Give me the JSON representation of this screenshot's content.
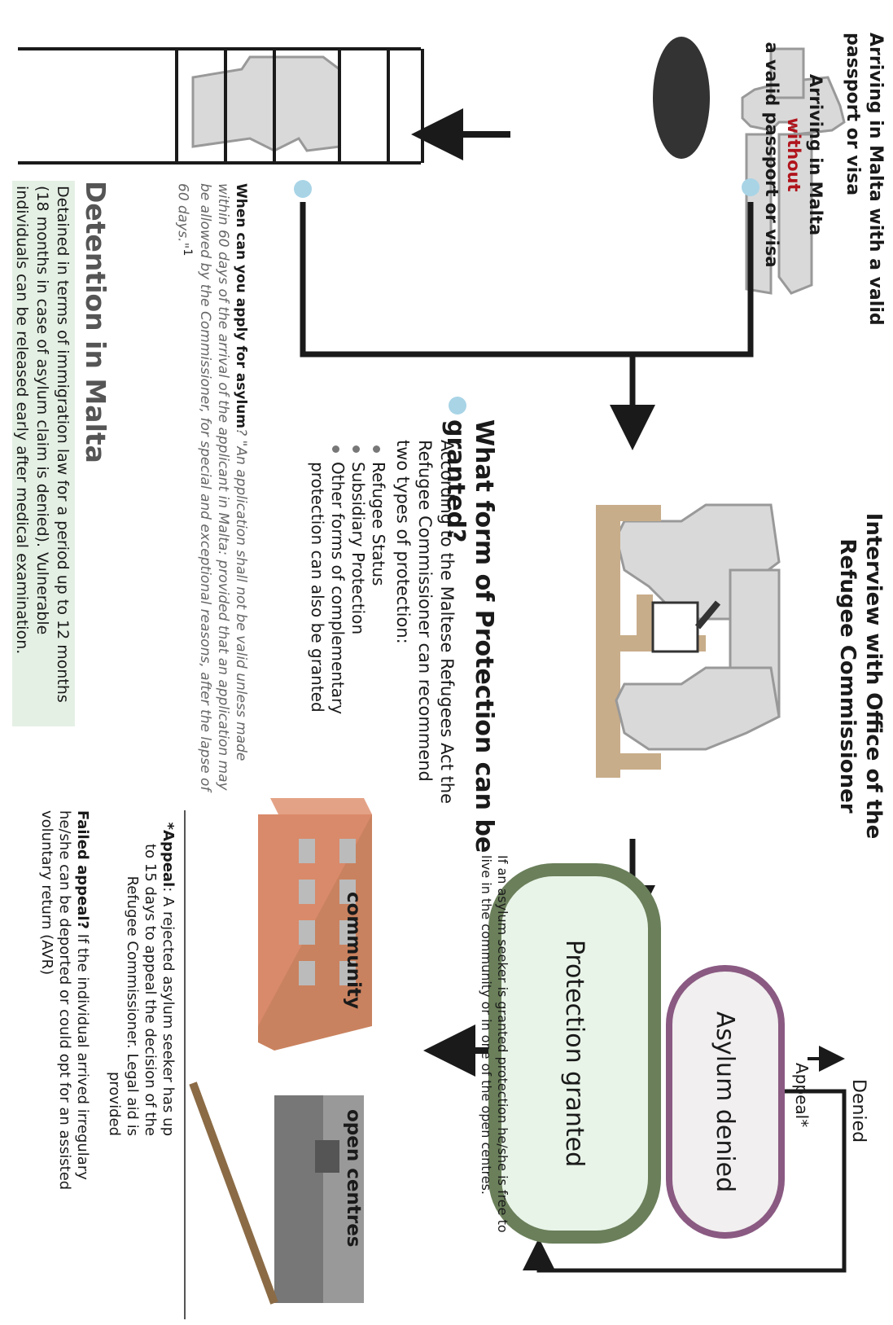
{
  "arrivals": {
    "valid": "Arriving in Malta with a valid passport or visa",
    "without_prefix": "Arriving in Malta",
    "without_word": "without",
    "without_suffix": "a valid passport or visa"
  },
  "interview": {
    "title": "Interview with Office of the Refugee Commissioner"
  },
  "outcomes": {
    "denied_out": "Denied",
    "appeal": "Appeal*",
    "asylum_denied": "Asylum denied",
    "protection_granted": "Protection granted",
    "free_note": "If an asylum seeker is granted protection he/she is free to live in the community or in one of the open centres."
  },
  "protection": {
    "heading": "What form of Protection can be granted?",
    "intro": "According to the Maltese Refugees Act the Refugee Commissioner can recommend two types of protection:",
    "items": [
      "Refugee Status",
      "Subsidiary Protection",
      "Other forms of complementary protection can also be granted"
    ]
  },
  "apply": {
    "question": "When can you apply for asylum",
    "quote": "? \"An application shall not be valid unless made within 60 days of the arrival of the applicant in Malta: provided that an application may be allowed by the Commissioner, for special and exceptional reasons, after the lapse of 60 days.\"",
    "footnote": "1"
  },
  "detention": {
    "title": "Detention in Malta",
    "body": "Detained in terms of immigration law for a period up to 12 months (18 months in case of asylum claim is denied). Vulnerable individuals can be released early after medical examination."
  },
  "living": {
    "community": "community",
    "open_centres": "open centres"
  },
  "notes": {
    "appeal_label": "*Appeal",
    "appeal_body": ": A rejected asylum seeker has up to 15 days to appeal the decision of the Refugee Commissioner. Legal aid is provided",
    "failed_label": "Failed appeal?",
    "failed_body": " If the individual arrived irregulary he/she can be deported or could opt for an assisted voluntary return (AVR)"
  },
  "colors": {
    "red_accent": "#b0141c",
    "dot_blue": "#a8d4e6",
    "denied_border": "#8a5a82",
    "granted_border": "#6a7f5a",
    "furniture": "#c8ad8a",
    "building": "#d98a6a"
  }
}
